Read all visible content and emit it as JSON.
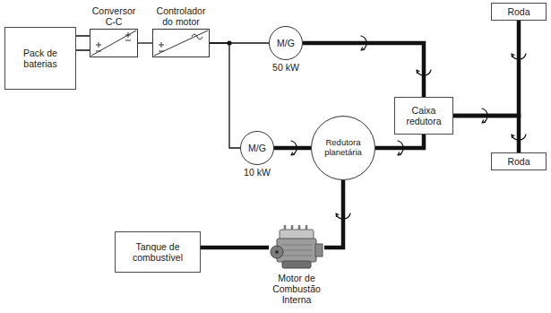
{
  "diagram": {
    "nodes": [
      {
        "text": [
          "Pack de baterias"
        ]
      },
      {
        "text": [
          "Conversor C-C"
        ]
      },
      {
        "text": [
          "Controlador do motor"
        ]
      },
      {
        "text": [
          "M/G",
          "50 kW"
        ]
      },
      {
        "text": [
          "M/G",
          "10 kW"
        ]
      },
      {
        "text": [
          "Redutora planetária"
        ]
      },
      {
        "text": [
          "Caixa redutora"
        ]
      },
      {
        "text": [
          "Roda"
        ]
      },
      {
        "text": [
          "Roda"
        ]
      },
      {
        "text": [
          "Tanque de combustível"
        ]
      },
      {
        "text": [
          "Motor de Combustão Interna"
        ]
      }
    ],
    "edges": [
      {
        "from": 0,
        "to": 1,
        "arrow": "none"
      },
      {
        "from": 1,
        "to": 2,
        "arrow": "none"
      },
      {
        "from": 2,
        "to": 3,
        "arrow": "none"
      },
      {
        "from": 2,
        "to": 4,
        "arrow": "none"
      },
      {
        "from": 3,
        "to": 6,
        "arrow": "none"
      },
      {
        "from": 4,
        "to": 5,
        "arrow": "none"
      },
      {
        "from": 5,
        "to": 6,
        "arrow": "none"
      },
      {
        "from": 10,
        "to": 5,
        "arrow": "none"
      },
      {
        "from": 9,
        "to": 10,
        "arrow": "none"
      },
      {
        "from": 6,
        "to": 7,
        "arrow": "none"
      },
      {
        "from": 6,
        "to": 8,
        "arrow": "none"
      }
    ]
  }
}
